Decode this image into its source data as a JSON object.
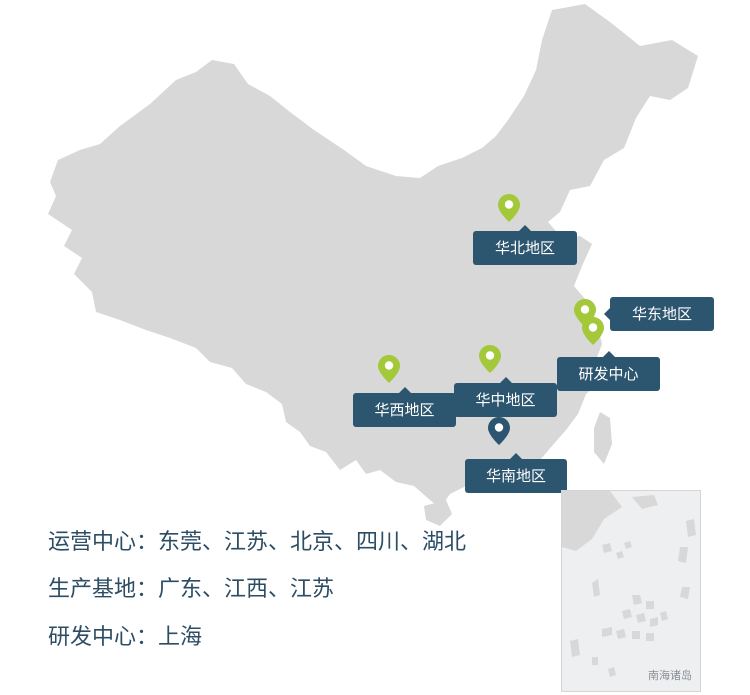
{
  "map": {
    "land_color": "#d8d8d8",
    "pin_color_green": "#a3c93a",
    "pin_color_blue": "#2c556f",
    "tag_color": "#2c556f"
  },
  "regions": [
    {
      "id": "north",
      "label": "华北地区",
      "pin": "green"
    },
    {
      "id": "east",
      "label": "华东地区",
      "pin": "green"
    },
    {
      "id": "rd",
      "label": "研发中心",
      "pin": "green"
    },
    {
      "id": "west",
      "label": "华西地区",
      "pin": "green"
    },
    {
      "id": "central",
      "label": "华中地区",
      "pin": "green"
    },
    {
      "id": "south",
      "label": "华南地区",
      "pin": "blue"
    }
  ],
  "info": {
    "operations": "运营中心：东莞、江苏、北京、四川、湖北",
    "production": "生产基地：广东、江西、江苏",
    "rd": "研发中心：上海"
  },
  "inset": {
    "label": "南海诸岛"
  }
}
